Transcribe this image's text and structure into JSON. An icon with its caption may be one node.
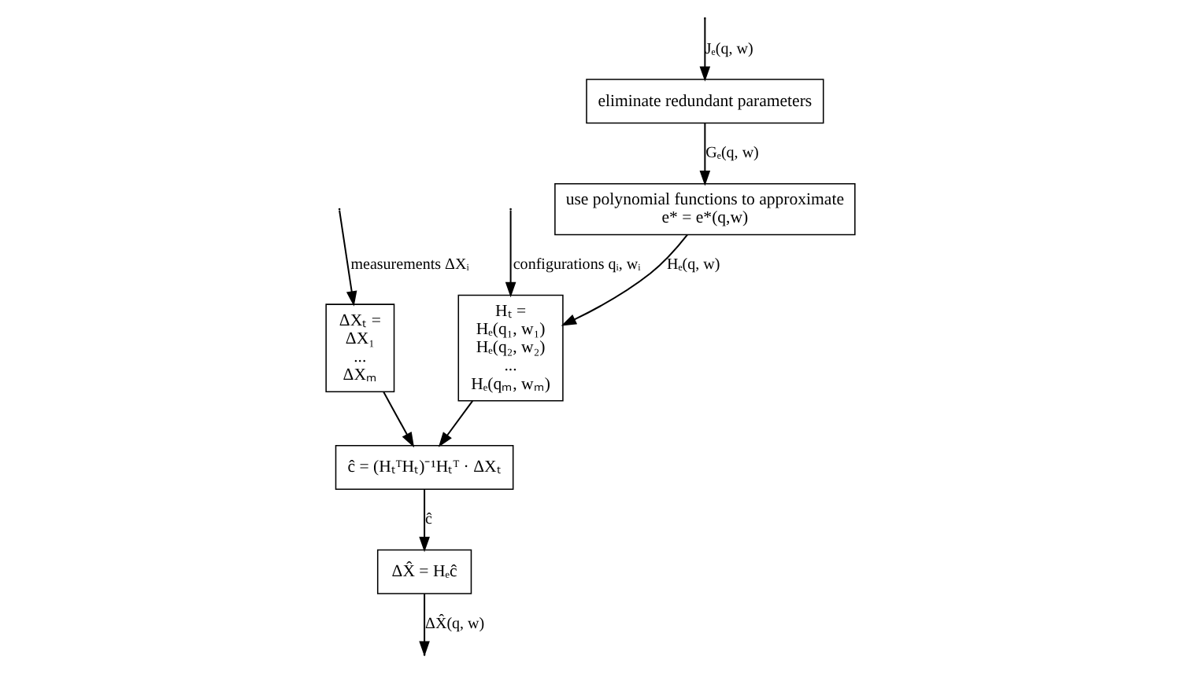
{
  "diagram": {
    "nodes": [
      {
        "text": [
          "eliminate redundant parameters"
        ]
      },
      {
        "text": [
          "use polynomial functions to approximate",
          "e* = e*(q,w)"
        ]
      },
      {
        "text": [
          "Hₜ =",
          "Hₑ(q₁, w₁)",
          "Hₑ(q₂, w₂)",
          "...",
          "Hₑ(qₘ, wₘ)"
        ]
      },
      {
        "text": [
          "ΔXₜ =",
          "ΔX₁",
          "...",
          "ΔXₘ"
        ]
      },
      {
        "text": [
          "ĉ = (HₜᵀHₜ)⁻¹Hₜᵀ · ΔXₜ"
        ]
      },
      {
        "text": [
          "ΔX̂ = Hₑĉ"
        ]
      }
    ],
    "edges": [
      {
        "from": null,
        "to": 0,
        "arrow": "to",
        "label": "Jₑ(q, w)"
      },
      {
        "from": 0,
        "to": 1,
        "arrow": "to",
        "label": "Gₑ(q, w)"
      },
      {
        "from": 1,
        "to": 2,
        "arrow": "to",
        "label": "Hₑ(q, w)"
      },
      {
        "from": null,
        "to": 2,
        "arrow": "to",
        "label": "configurations qᵢ, wᵢ"
      },
      {
        "from": null,
        "to": 3,
        "arrow": "to",
        "label": "measurements ΔXᵢ"
      },
      {
        "from": 3,
        "to": 4,
        "arrow": "to"
      },
      {
        "from": 2,
        "to": 4,
        "arrow": "to"
      },
      {
        "from": 4,
        "to": 5,
        "arrow": "to",
        "label": "ĉ"
      },
      {
        "from": 5,
        "to": null,
        "arrow": "to",
        "label": "ΔX̂(q, w)"
      }
    ]
  }
}
